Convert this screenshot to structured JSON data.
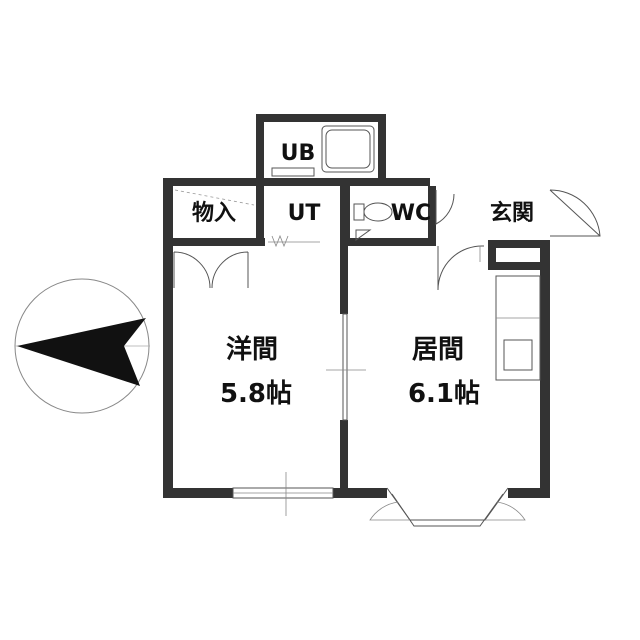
{
  "rooms": {
    "ub": "UB",
    "ut": "UT",
    "storage": "物入",
    "wc": "WC",
    "entrance": "玄関",
    "western_room_name": "洋間",
    "western_room_size": "5.8帖",
    "living_room_name": "居間",
    "living_room_size": "6.1帖"
  },
  "compass": {
    "direction": "west"
  }
}
